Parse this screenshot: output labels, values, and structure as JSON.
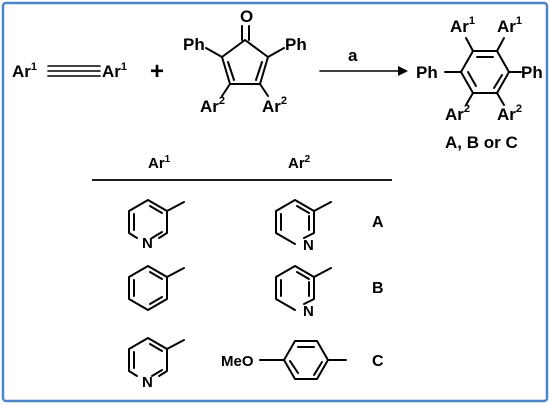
{
  "frame": {
    "border_color": "#4a86c8",
    "background": "#ffffff"
  },
  "reaction": {
    "alkyne": {
      "left_label": "Ar",
      "left_sup": "1",
      "right_label": "Ar",
      "right_sup": "1"
    },
    "plus": "+",
    "cyclopentadienone": {
      "oxygen": "O",
      "left_ph": "Ph",
      "right_ph": "Ph",
      "bottom_left": "Ar",
      "bottom_left_sup": "2",
      "bottom_right": "Ar",
      "bottom_right_sup": "2"
    },
    "condition": "a",
    "product": {
      "top_left": "Ar",
      "top_left_sup": "1",
      "top_right": "Ar",
      "top_right_sup": "1",
      "left_ph": "Ph",
      "right_ph": "Ph",
      "bottom_left": "Ar",
      "bottom_left_sup": "2",
      "bottom_right": "Ar",
      "bottom_right_sup": "2",
      "caption": "A, B or C"
    }
  },
  "table": {
    "headers": [
      {
        "label": "Ar",
        "sup": "1"
      },
      {
        "label": "Ar",
        "sup": "2"
      }
    ],
    "rows": [
      {
        "ar1": "3-pyridyl",
        "ar1_hetero": "N",
        "ar2": "2-pyridyl",
        "ar2_hetero": "N",
        "compound": "A"
      },
      {
        "ar1": "phenyl",
        "ar2": "2-pyridyl",
        "ar2_hetero": "N",
        "compound": "B"
      },
      {
        "ar1": "3-pyridyl",
        "ar1_hetero": "N",
        "ar2": "4-methoxyphenyl",
        "ar2_prefix": "MeO",
        "compound": "C"
      }
    ]
  }
}
